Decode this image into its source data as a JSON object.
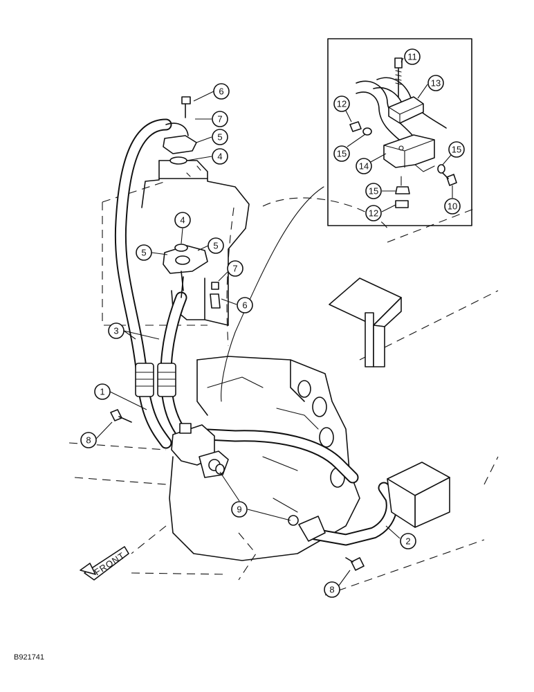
{
  "figure": {
    "front_label": "FRONT",
    "reference_code": "B921741"
  },
  "callouts": [
    {
      "label": "1"
    },
    {
      "label": "2"
    },
    {
      "label": "3"
    },
    {
      "label": "4"
    },
    {
      "label": "4"
    },
    {
      "label": "5"
    },
    {
      "label": "5"
    },
    {
      "label": "5"
    },
    {
      "label": "6"
    },
    {
      "label": "6"
    },
    {
      "label": "7"
    },
    {
      "label": "7"
    },
    {
      "label": "8"
    },
    {
      "label": "8"
    },
    {
      "label": "9"
    },
    {
      "label": "10"
    },
    {
      "label": "11"
    },
    {
      "label": "12"
    },
    {
      "label": "12"
    },
    {
      "label": "13"
    },
    {
      "label": "14"
    },
    {
      "label": "15"
    },
    {
      "label": "15"
    },
    {
      "label": "15"
    }
  ]
}
